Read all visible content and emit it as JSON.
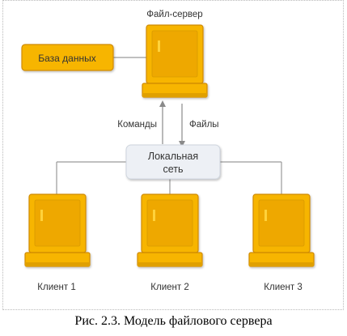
{
  "diagram": {
    "server_label": "Файл-сервер",
    "database_label": "База данных",
    "commands_label": "Команды",
    "files_label": "Файлы",
    "lan_label_line1": "Локальная",
    "lan_label_line2": "сеть",
    "clients": [
      {
        "label": "Клиент 1"
      },
      {
        "label": "Клиент 2"
      },
      {
        "label": "Клиент 3"
      }
    ]
  },
  "caption": "Рис. 2.3. Модель файлового сервера",
  "colors": {
    "computer_fill": "#F7B500",
    "computer_stroke": "#D08A00",
    "screen_fill": "#EEA800",
    "lan_box": "#EDF0F5",
    "connector": "#9A9A9A"
  },
  "icons": {
    "server": "computer-icon",
    "client": "computer-icon"
  }
}
